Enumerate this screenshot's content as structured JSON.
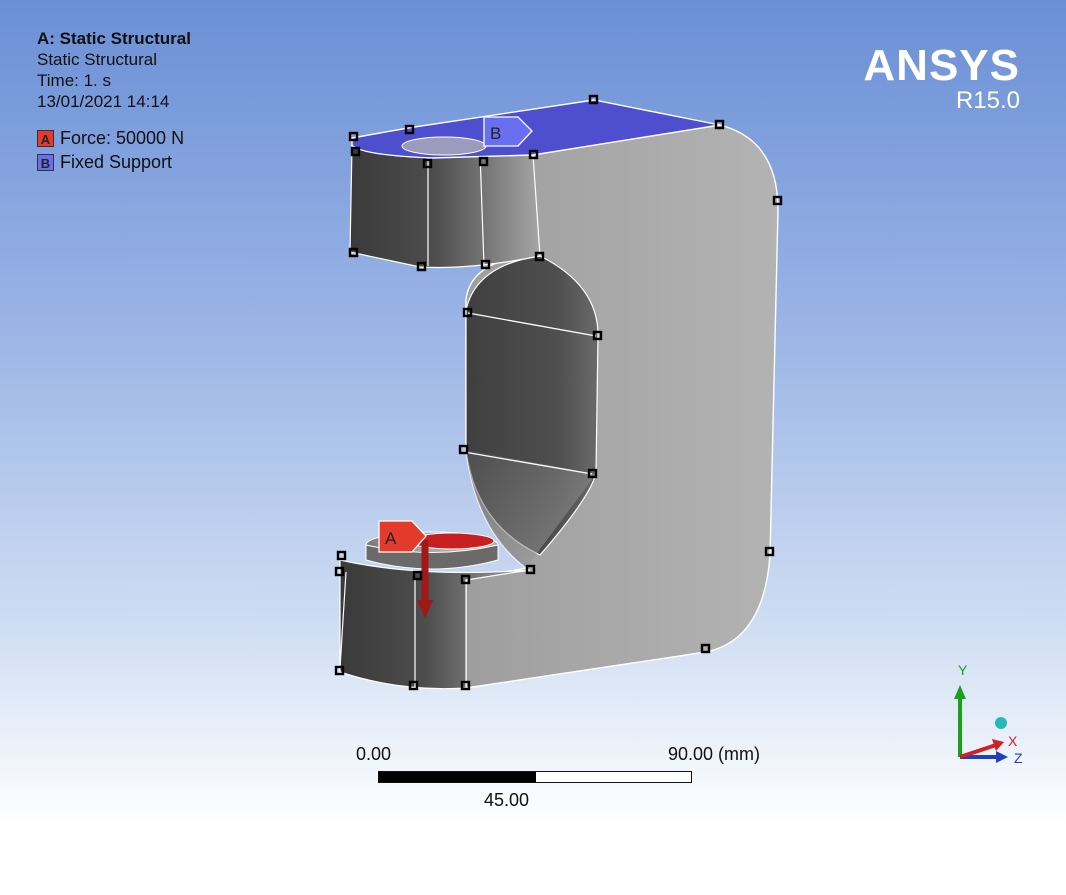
{
  "info": {
    "title": "A: Static Structural",
    "analysis_type": "Static Structural",
    "time": "Time: 1. s",
    "timestamp": "13/01/2021 14:14"
  },
  "legend": [
    {
      "key": "A",
      "label": "Force: 50000 N",
      "color": "#e43a2c"
    },
    {
      "key": "B",
      "label": "Fixed Support",
      "color": "#6a6ef0"
    }
  ],
  "brand": {
    "name": "ANSYS",
    "version": "R15.0"
  },
  "model": {
    "tag_a": "A",
    "tag_b": "B",
    "face_fill": "#a7a7a7",
    "shadow_fill": "#4a4a4a",
    "fixed_support_color": "#4d4fcf",
    "force_color": "#c82020"
  },
  "scale": {
    "start": "0.00",
    "end": "90.00 (mm)",
    "mid": "45.00"
  },
  "triad": {
    "y": "Y",
    "x": "X",
    "z": "Z",
    "y_color": "#1aa01a",
    "x_color": "#d02020",
    "z_color": "#2040c0",
    "dot_color": "#2ab7b7"
  }
}
